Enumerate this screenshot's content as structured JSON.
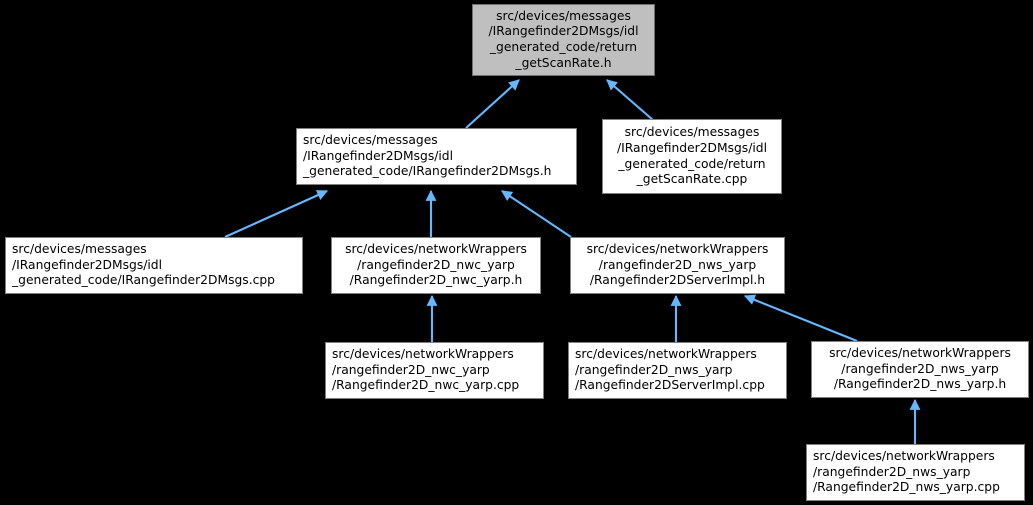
{
  "graph": {
    "type": "include-dependency-graph",
    "background_color": "#000000",
    "edge_color": "#63b8ff",
    "node_fill": "#ffffff",
    "node_border": "#808080",
    "root_fill": "#bfbfbf",
    "text_color": "#000000",
    "nodes": [
      {
        "id": "return_getScanRate_h",
        "lines": [
          "src/devices/messages",
          "/IRangefinder2DMsgs/idl",
          "_generated_code/return",
          "_getScanRate.h"
        ],
        "highlighted": true,
        "align": "center"
      },
      {
        "id": "IRangefinder2DMsgs_h",
        "lines": [
          "src/devices/messages",
          "/IRangefinder2DMsgs/idl",
          "_generated_code/IRangefinder2DMsgs.h"
        ],
        "highlighted": false,
        "align": "left"
      },
      {
        "id": "return_getScanRate_cpp",
        "lines": [
          "src/devices/messages",
          "/IRangefinder2DMsgs/idl",
          "_generated_code/return",
          "_getScanRate.cpp"
        ],
        "highlighted": false,
        "align": "center"
      },
      {
        "id": "IRangefinder2DMsgs_cpp",
        "lines": [
          "src/devices/messages",
          "/IRangefinder2DMsgs/idl",
          "_generated_code/IRangefinder2DMsgs.cpp"
        ],
        "highlighted": false,
        "align": "left"
      },
      {
        "id": "Rangefinder2D_nwc_yarp_h",
        "lines": [
          "src/devices/networkWrappers",
          "/rangefinder2D_nwc_yarp",
          "/Rangefinder2D_nwc_yarp.h"
        ],
        "highlighted": false,
        "align": "center"
      },
      {
        "id": "Rangefinder2DServerImpl_h",
        "lines": [
          "src/devices/networkWrappers",
          "/rangefinder2D_nws_yarp",
          "/Rangefinder2DServerImpl.h"
        ],
        "highlighted": false,
        "align": "center"
      },
      {
        "id": "Rangefinder2D_nwc_yarp_cpp",
        "lines": [
          "src/devices/networkWrappers",
          "/rangefinder2D_nwc_yarp",
          "/Rangefinder2D_nwc_yarp.cpp"
        ],
        "highlighted": false,
        "align": "left"
      },
      {
        "id": "Rangefinder2DServerImpl_cpp",
        "lines": [
          "src/devices/networkWrappers",
          "/rangefinder2D_nws_yarp",
          "/Rangefinder2DServerImpl.cpp"
        ],
        "highlighted": false,
        "align": "left"
      },
      {
        "id": "Rangefinder2D_nws_yarp_h",
        "lines": [
          "src/devices/networkWrappers",
          "/rangefinder2D_nws_yarp",
          "/Rangefinder2D_nws_yarp.h"
        ],
        "highlighted": false,
        "align": "center"
      },
      {
        "id": "Rangefinder2D_nws_yarp_cpp",
        "lines": [
          "src/devices/networkWrappers",
          "/rangefinder2D_nws_yarp",
          "/Rangefinder2D_nws_yarp.cpp"
        ],
        "highlighted": false,
        "align": "left"
      }
    ],
    "edges": [
      {
        "from": "IRangefinder2DMsgs_h",
        "to": "return_getScanRate_h"
      },
      {
        "from": "return_getScanRate_cpp",
        "to": "return_getScanRate_h"
      },
      {
        "from": "IRangefinder2DMsgs_cpp",
        "to": "IRangefinder2DMsgs_h"
      },
      {
        "from": "Rangefinder2D_nwc_yarp_h",
        "to": "IRangefinder2DMsgs_h"
      },
      {
        "from": "Rangefinder2DServerImpl_h",
        "to": "IRangefinder2DMsgs_h"
      },
      {
        "from": "Rangefinder2D_nwc_yarp_cpp",
        "to": "Rangefinder2D_nwc_yarp_h"
      },
      {
        "from": "Rangefinder2DServerImpl_cpp",
        "to": "Rangefinder2DServerImpl_h"
      },
      {
        "from": "Rangefinder2D_nws_yarp_h",
        "to": "Rangefinder2DServerImpl_h"
      },
      {
        "from": "Rangefinder2D_nws_yarp_cpp",
        "to": "Rangefinder2D_nws_yarp_h"
      }
    ]
  }
}
